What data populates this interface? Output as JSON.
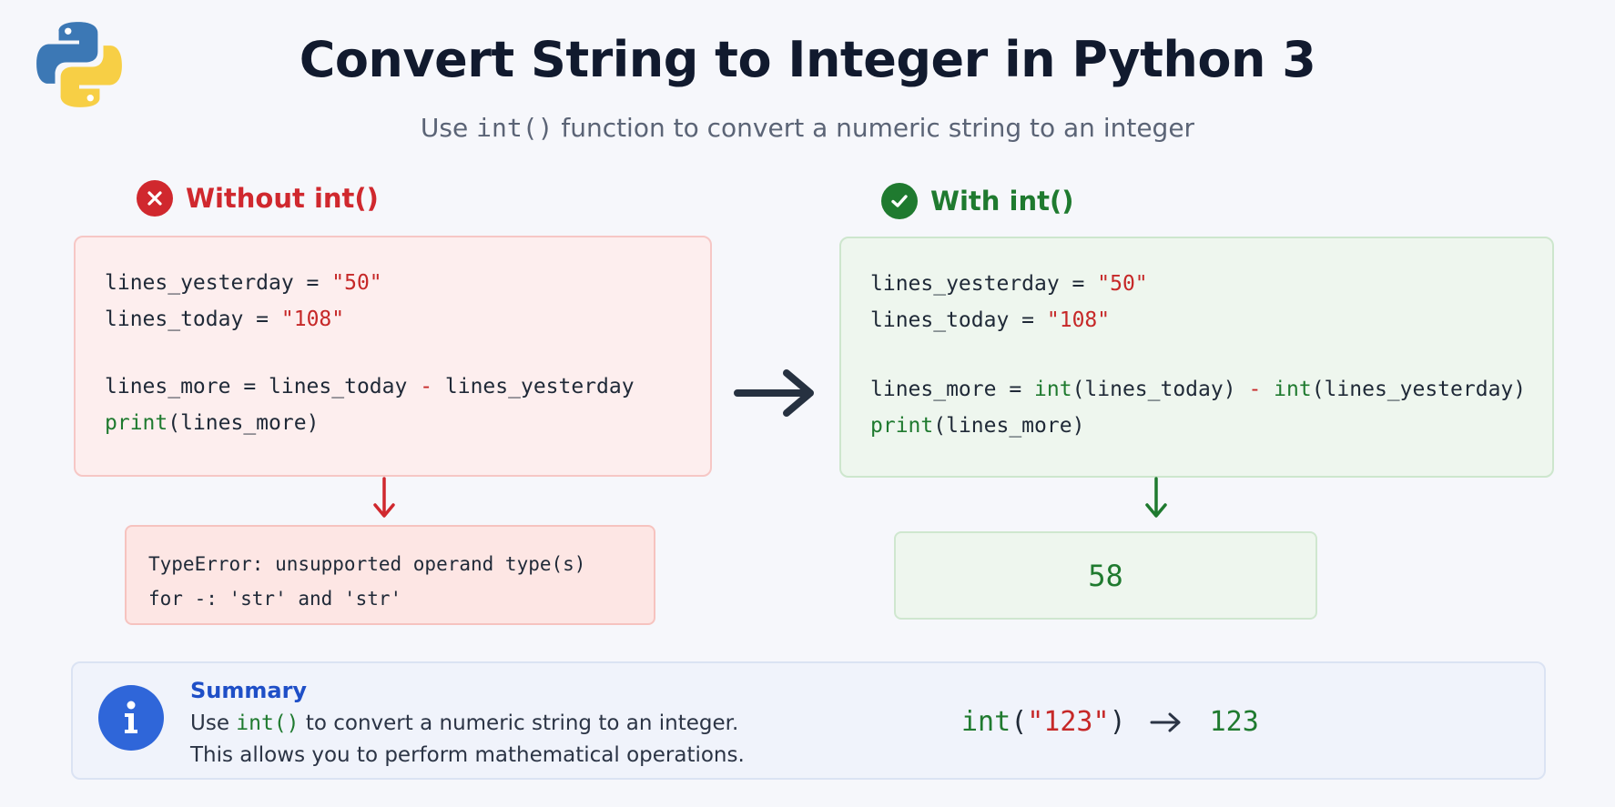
{
  "header": {
    "title": "Convert String to Integer in Python 3",
    "subtitle_pre": "Use ",
    "subtitle_code": "int()",
    "subtitle_post": " function to convert a numeric string to an integer",
    "logo_icon": "python-logo-icon"
  },
  "without": {
    "heading": "Without int()",
    "icon": "x-circle-icon",
    "color": "#d0282e",
    "code": {
      "l1_var": "lines_yesterday = ",
      "l1_str": "\"50\"",
      "l2_var": "lines_today = ",
      "l2_str": "\"108\"",
      "l3_a": "lines_more = lines_today ",
      "l3_op": "-",
      "l3_b": " lines_yesterday",
      "l4_fn": "print",
      "l4_rest": "(lines_more)"
    },
    "result_line1": "TypeError: unsupported operand type(s)",
    "result_line2": "for -: 'str' and 'str'"
  },
  "with": {
    "heading": "With int()",
    "icon": "check-circle-icon",
    "color": "#1f7a2f",
    "code": {
      "l1_var": "lines_yesterday = ",
      "l1_str": "\"50\"",
      "l2_var": "lines_today = ",
      "l2_str": "\"108\"",
      "l3_a": "lines_more = ",
      "l3_fn1": "int",
      "l3_arg1": "(lines_today) ",
      "l3_op": "-",
      "l3_sp": " ",
      "l3_fn2": "int",
      "l3_arg2": "(lines_yesterday)",
      "l4_fn": "print",
      "l4_rest": "(lines_more)"
    },
    "result": "58"
  },
  "summary": {
    "icon": "info-icon",
    "title": "Summary",
    "line1_pre": "Use ",
    "line1_code": "int()",
    "line1_post": " to convert a numeric string to an integer.",
    "line2": "This allows you to perform mathematical operations.",
    "example_fn": "int",
    "example_open": "(",
    "example_arg": "\"123\"",
    "example_close": ")",
    "example_result": "123"
  }
}
